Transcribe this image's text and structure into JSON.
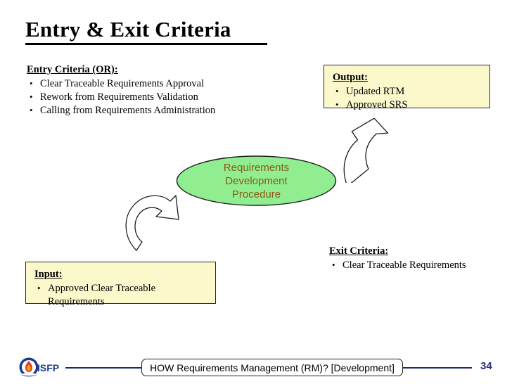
{
  "slide": {
    "title": "Entry & Exit Criteria",
    "page_number": "34"
  },
  "entry_criteria": {
    "heading": "Entry Criteria (OR):",
    "items": [
      "Clear Traceable Requirements Approval",
      "Rework from Requirements Validation",
      "Calling from Requirements Administration"
    ]
  },
  "output_box": {
    "heading": "Output:",
    "items": [
      "Updated RTM",
      "Approved SRS"
    ],
    "fill_color": "#FBF8CC",
    "border_color": "#2b2b2b"
  },
  "input_box": {
    "heading": "Input:",
    "items": [
      "Approved Clear Traceable Requirements"
    ],
    "fill_color": "#FBF8CC",
    "border_color": "#2b2b2b"
  },
  "exit_criteria": {
    "heading": "Exit Criteria:",
    "items": [
      "Clear Traceable Requirements"
    ]
  },
  "process": {
    "line1": "Requirements",
    "line2": "Development",
    "line3": "Procedure",
    "fill_color": "#90EE90",
    "text_color": "#8a5a12",
    "outline_color": "#1c1c1c"
  },
  "arrows": {
    "left_arrow_name": "curved-arrow-input-to-process",
    "right_arrow_name": "curved-arrow-process-to-output",
    "fill_color": "#ffffff",
    "stroke_color": "#1c1c1c"
  },
  "footer": {
    "logo_text": "ISFP",
    "label": "HOW Requirements Management (RM)? [Development]",
    "rule_color": "#1b2a6b",
    "page_number_color": "#2b2f7a"
  }
}
